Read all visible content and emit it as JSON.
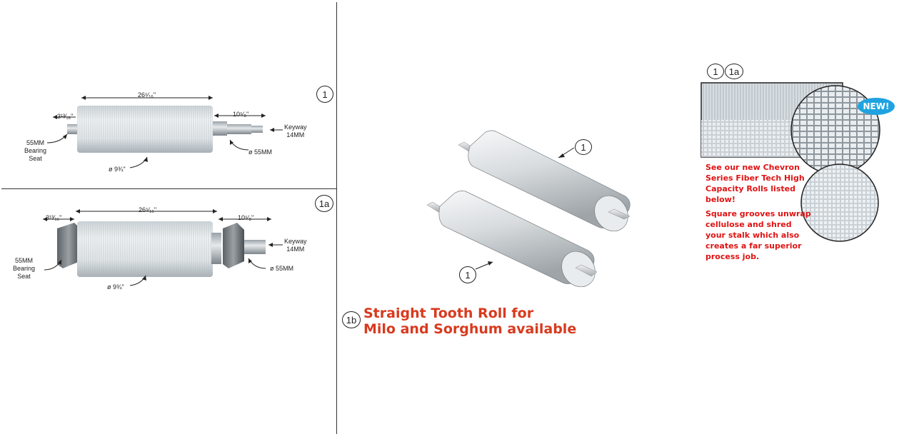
{
  "panel1": {
    "badge": "1",
    "dim_length": "26⁵⁄₁₆\"",
    "dim_left": "3¹³⁄₁₆\"",
    "dim_right": "10⁵⁄₈\"",
    "keyway": "Keyway\n14MM",
    "bearing": "55MM\nBearing\nSeat",
    "shaft_dia": "ø 55MM",
    "roll_dia": "ø 9¾\""
  },
  "panel1a": {
    "badge": "1a",
    "dim_length": "26⁵⁄₁₆\"",
    "dim_left": "3¹³⁄₁₆\"",
    "dim_right": "10⁵⁄₈\"",
    "keyway": "Keyway\n14MM",
    "bearing": "55MM\nBearing\nSeat",
    "shaft_dia": "ø 55MM",
    "roll_dia": "ø 9¾\""
  },
  "center": {
    "callout_top": "1",
    "callout_bottom": "1",
    "badge_1b": "1b",
    "title_line1": "Straight Tooth Roll for",
    "title_line2": "Milo and Sorghum available"
  },
  "right": {
    "badge1": "1",
    "badge1a": "1a",
    "new_badge": "NEW!",
    "promo1": "See our new Chevron Series Fiber Tech High Capacity Rolls listed below!",
    "promo2": "Square grooves unwrap cellulose and shred your stalk which also creates a far superior process job."
  },
  "colors": {
    "title_red": "#d83a1e",
    "promo_red": "#e01313",
    "new_blue": "#1fa3e0"
  }
}
